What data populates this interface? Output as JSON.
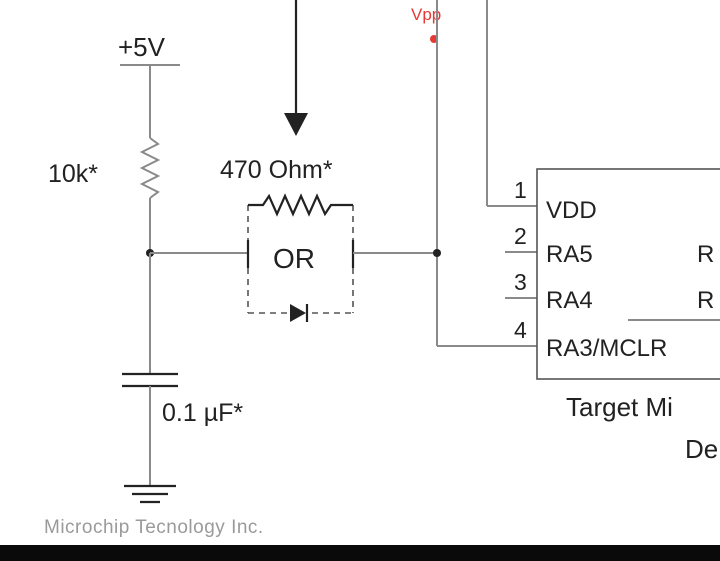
{
  "labels": {
    "vpp": "Vpp",
    "supply": "+5V",
    "resistor": "10k*",
    "series_resistor": "470 Ohm*",
    "or": "OR",
    "capacitor": "0.1 µF*",
    "pins": [
      {
        "num": "1",
        "name": "VDD"
      },
      {
        "num": "2",
        "name": "RA5"
      },
      {
        "num": "3",
        "name": "RA4"
      },
      {
        "num": "4",
        "name": "RA3/MCLR"
      }
    ],
    "right_col": [
      "R",
      "R"
    ],
    "target_line1": "Target Mi",
    "target_line2": "De",
    "credit": "Microchip Tecnology Inc."
  },
  "colors": {
    "vpp_marker": "#e53935",
    "wire": "#8a8a8a",
    "text": "#222222"
  }
}
